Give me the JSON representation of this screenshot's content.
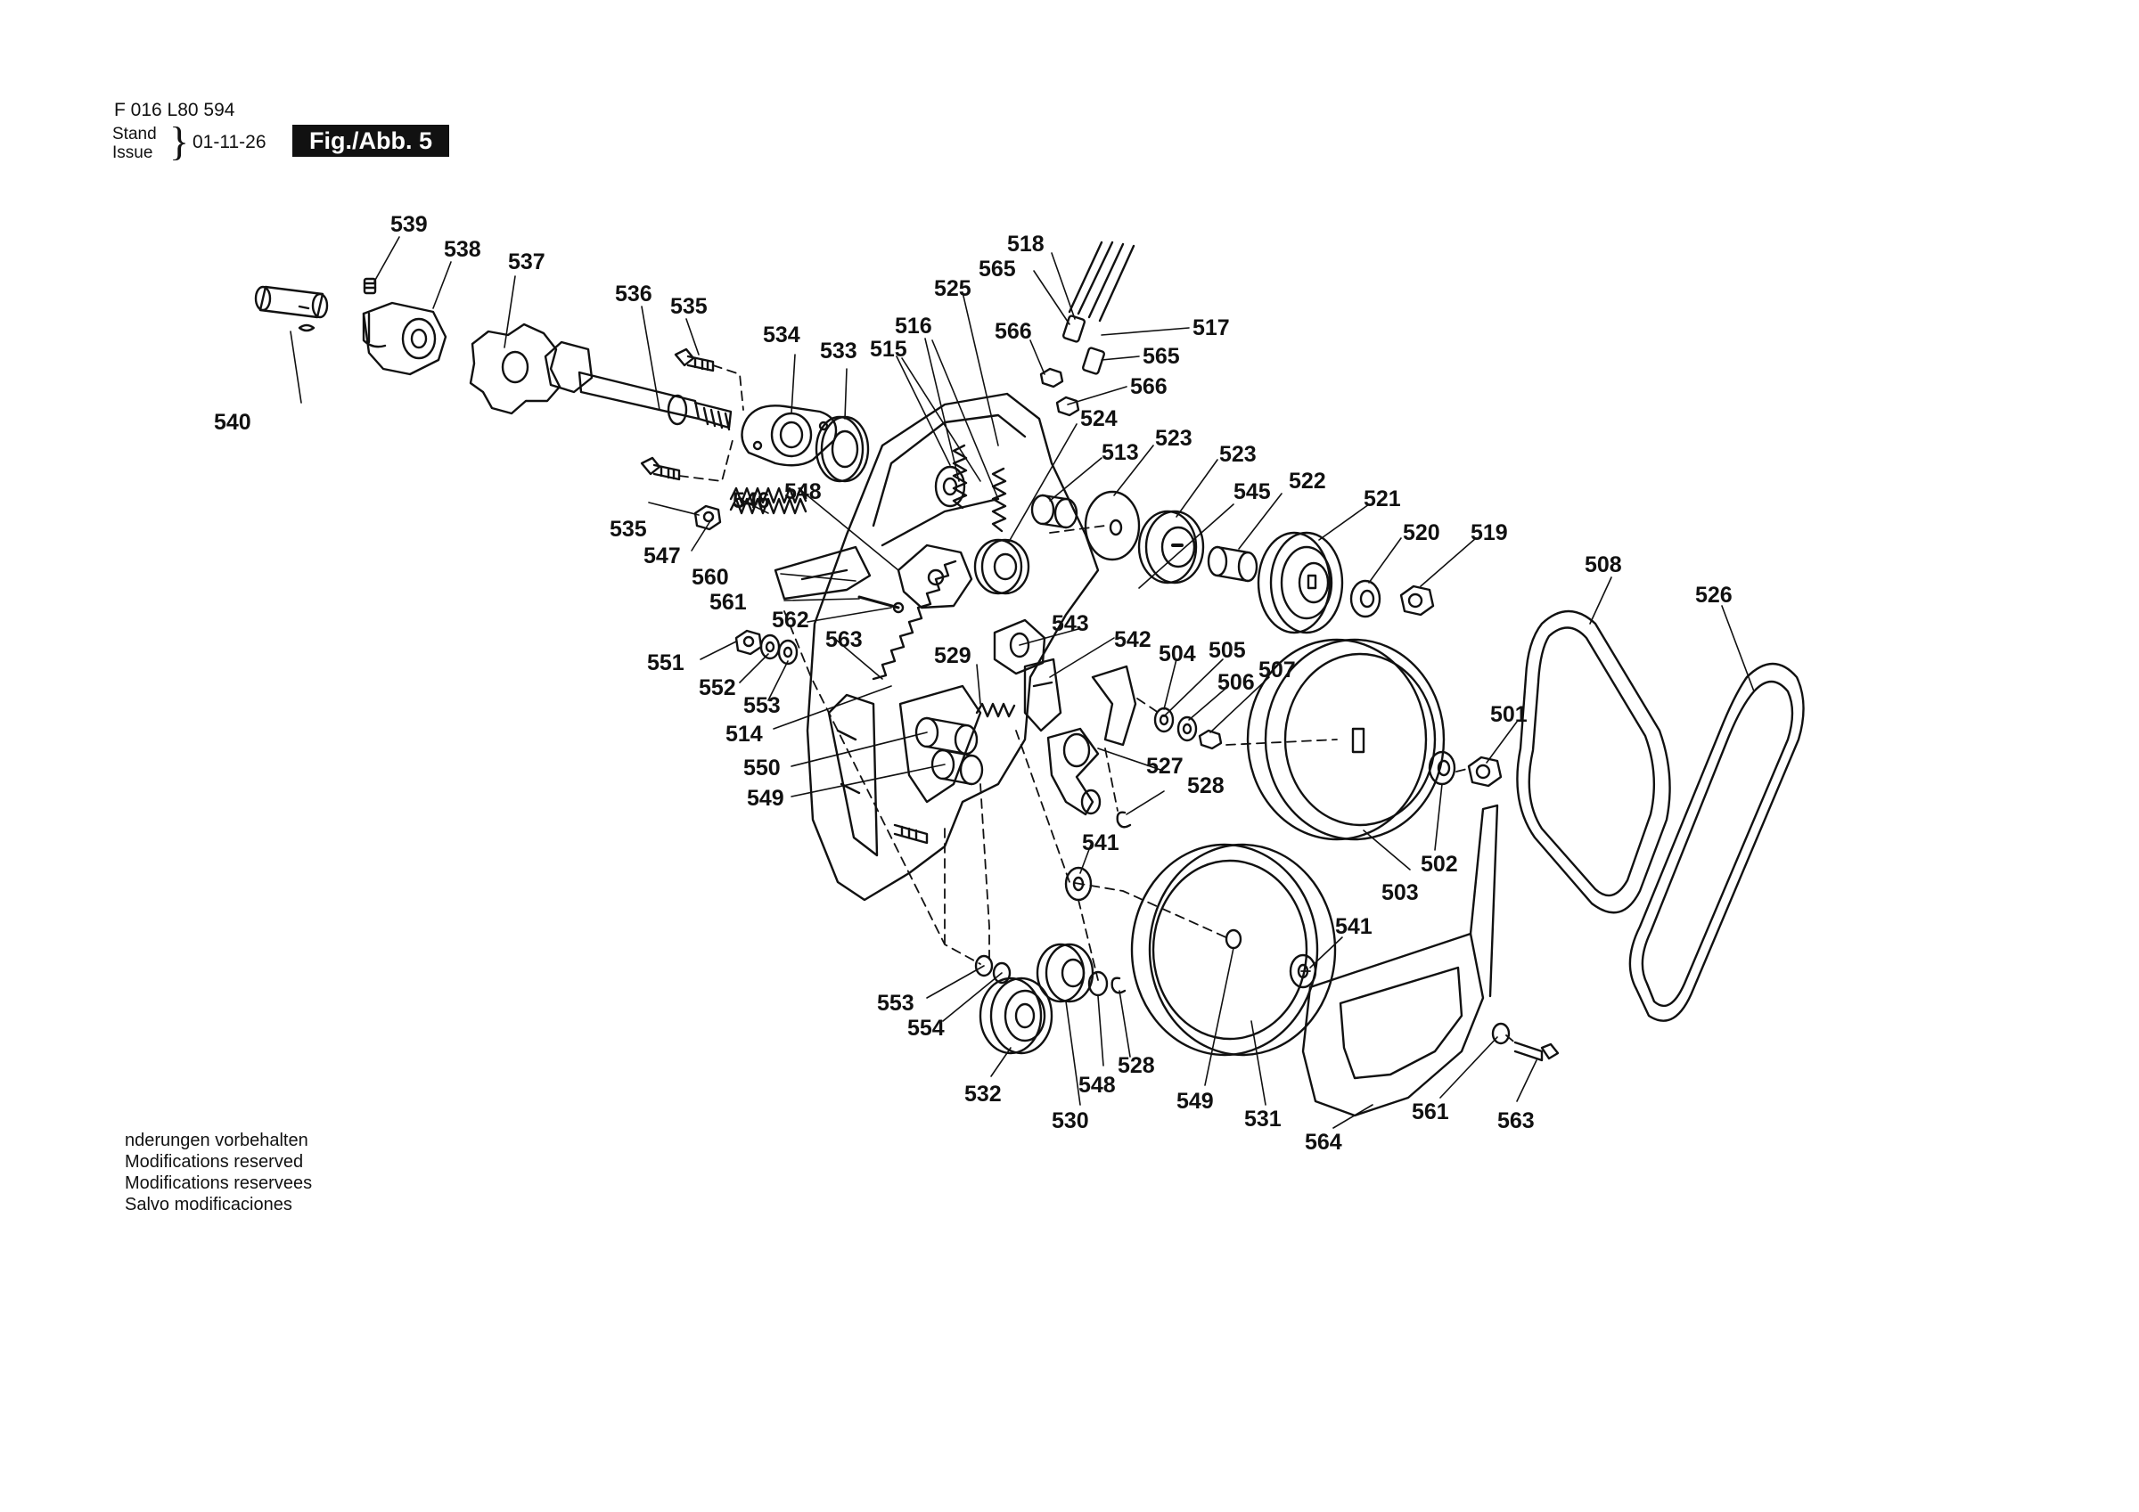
{
  "header": {
    "code": "F 016 L80 594",
    "stand": "Stand",
    "issue": "Issue",
    "brace": "}",
    "date": "01-11-26",
    "figure": "Fig./Abb. 5"
  },
  "notice": [
    "nderungen vorbehalten",
    "Modifications reserved",
    "Modifications reservees",
    "Salvo modificaciones"
  ],
  "callouts": [
    "539",
    "538",
    "537",
    "536",
    "535",
    "534",
    "533",
    "540",
    "516",
    "515",
    "525",
    "518",
    "565",
    "566",
    "517",
    "565",
    "566",
    "524",
    "513",
    "523",
    "523",
    "545",
    "522",
    "521",
    "520",
    "519",
    "548",
    "546",
    "535",
    "547",
    "560",
    "561",
    "562",
    "563",
    "551",
    "552",
    "553",
    "514",
    "550",
    "549",
    "529",
    "543",
    "542",
    "504",
    "505",
    "506",
    "507",
    "527",
    "528",
    "541",
    "508",
    "526",
    "501",
    "503",
    "502",
    "541",
    "553",
    "554",
    "532",
    "530",
    "548",
    "528",
    "549",
    "531",
    "564",
    "561",
    "563"
  ]
}
